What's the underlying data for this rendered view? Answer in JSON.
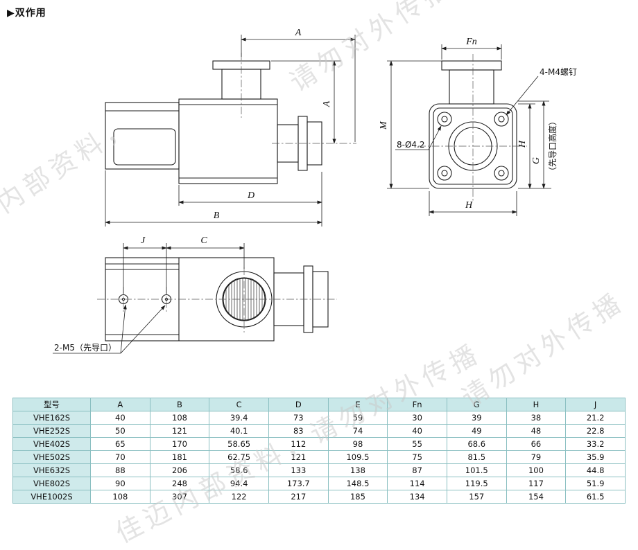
{
  "page": {
    "title_marker": "▶",
    "title": "双作用"
  },
  "watermarks": {
    "wm1": "请勿对外传播",
    "wm2": "佳迈内部资料，",
    "wm3": "请勿对外传播",
    "wm4": "佳迈内部资料，请勿对外传播"
  },
  "drawing": {
    "side_view": {
      "dim_a_top": "A",
      "dim_a_right": "A",
      "dim_d": "D",
      "dim_b": "B"
    },
    "front_view": {
      "dim_fn": "Fn",
      "dim_m": "M",
      "dim_h_side": "H",
      "dim_g": "G",
      "pilot_note": "（先导口高度）",
      "dim_h_bottom": "H",
      "screw_note": "4-M4螺钉",
      "hole_note": "8-Ø4.2"
    },
    "bottom_view": {
      "dim_j": "J",
      "dim_c": "C",
      "port_note": "2-M5（先导口）"
    }
  },
  "table": {
    "headers": [
      "型号",
      "A",
      "B",
      "C",
      "D",
      "E",
      "Fn",
      "G",
      "H",
      "J"
    ],
    "rows": [
      [
        "VHE162S",
        "40",
        "108",
        "39.4",
        "73",
        "59",
        "30",
        "39",
        "38",
        "21.2"
      ],
      [
        "VHE252S",
        "50",
        "121",
        "40.1",
        "83",
        "74",
        "40",
        "49",
        "48",
        "22.8"
      ],
      [
        "VHE402S",
        "65",
        "170",
        "58.65",
        "112",
        "98",
        "55",
        "68.6",
        "66",
        "33.2"
      ],
      [
        "VHE502S",
        "70",
        "181",
        "62.75",
        "121",
        "109.5",
        "75",
        "81.5",
        "79",
        "35.9"
      ],
      [
        "VHE632S",
        "88",
        "206",
        "58.6",
        "133",
        "138",
        "87",
        "101.5",
        "100",
        "44.8"
      ],
      [
        "VHE802S",
        "90",
        "248",
        "94.4",
        "173.7",
        "148.5",
        "114",
        "119.5",
        "117",
        "51.9"
      ],
      [
        "VHE1002S",
        "108",
        "307",
        "122",
        "217",
        "185",
        "134",
        "157",
        "154",
        "61.5"
      ]
    ]
  },
  "colors": {
    "table_header_bg": "#c9e8e9",
    "model_column_bg": "#cfeaeb",
    "table_border": "#8abfc1",
    "line_color": "#1c1c1c",
    "watermark_color": "#c9c9c9"
  }
}
